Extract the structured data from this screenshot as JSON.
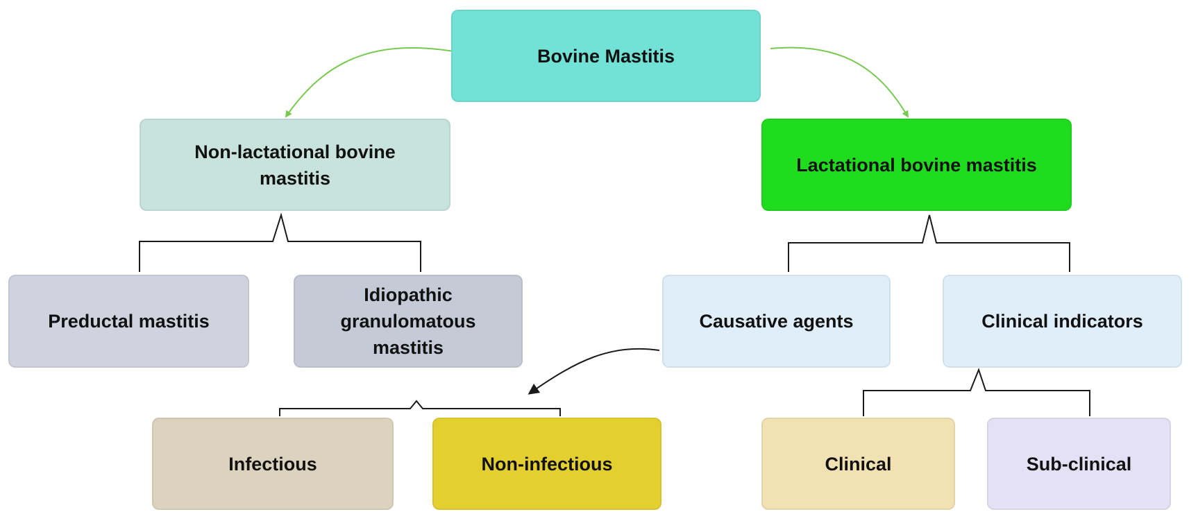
{
  "nodes": {
    "root": {
      "label": "Bovine Mastitis",
      "color": "#72e2d6"
    },
    "non_lactational": {
      "label": "Non-lactational bovine\nmastitis",
      "color": "#c8e2dc"
    },
    "lactational": {
      "label": "Lactational bovine mastitis",
      "color": "#1fdc1f"
    },
    "preductal": {
      "label": "Preductal mastitis",
      "color": "#d0d3dd"
    },
    "idiopathic": {
      "label": "Idiopathic\ngranulomatous\nmastitis",
      "color": "#c4cbd6"
    },
    "causative_agents": {
      "label": "Causative agents",
      "color": "#dfeef9"
    },
    "clinical_indicators": {
      "label": "Clinical indicators",
      "color": "#dfeef9"
    },
    "infectious": {
      "label": "Infectious",
      "color": "#dbd3bd"
    },
    "non_infectious": {
      "label": "Non-infectious",
      "color": "#e3cf30"
    },
    "clinical": {
      "label": "Clinical",
      "color": "#f2e1b3"
    },
    "sub_clinical": {
      "label": "Sub-clinical",
      "color": "#e4e1f5"
    }
  },
  "colors": {
    "root_arrow": "#78c94f",
    "bracket": "#1a1a1a",
    "agents_arrow": "#1a1a1a"
  }
}
